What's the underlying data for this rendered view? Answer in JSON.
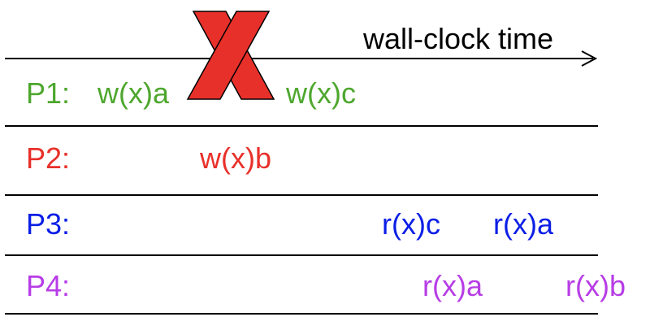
{
  "axis": {
    "label": "wall-clock time"
  },
  "processes": [
    {
      "label": "P1:",
      "color": "#4ea72e",
      "operations": [
        "w(x)a",
        "w(x)c"
      ]
    },
    {
      "label": "P2:",
      "color": "#e8302a",
      "operations": [
        "w(x)b"
      ]
    },
    {
      "label": "P3:",
      "color": "#0a1ee6",
      "operations": [
        "r(x)c",
        "r(x)a"
      ]
    },
    {
      "label": "P4:",
      "color": "#b73de6",
      "operations": [
        "r(x)a",
        "r(x)b"
      ]
    }
  ],
  "annotation": {
    "symbol": "X",
    "meaning": "cross-mark-icon",
    "color": "#e8302a",
    "outline": "#000000"
  }
}
